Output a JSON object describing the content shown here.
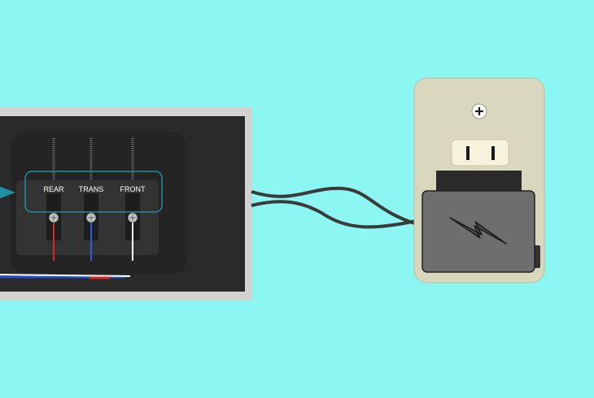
{
  "switch_panel": {
    "switches": [
      {
        "label": "REAR",
        "wire_color": "#d8262b"
      },
      {
        "label": "TRANS",
        "wire_color": "#2d5fe6"
      },
      {
        "label": "FRONT",
        "wire_color": "#ffffff"
      }
    ],
    "highlight_color": "#1e8fa0"
  },
  "outlet": {
    "screw_icon": "plus-screw-icon",
    "adapter_icon": "lightning-bolt-icon"
  },
  "colors": {
    "background": "#8cf6f3",
    "cable": "#3a3a3a",
    "wall_plate": "#d9d8bf",
    "adapter": "#6e6e6e"
  }
}
